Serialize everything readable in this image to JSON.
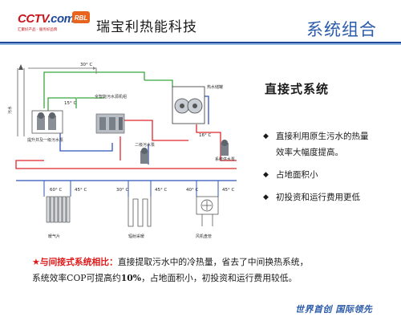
{
  "header": {
    "logo_cctv": "CCTV",
    "logo_com": ".com",
    "logo_badge": "RBL",
    "logo_tagline": "汇聚好产品 · 服务好品牌",
    "company_name": "瑞宝利热能科技",
    "section_title": "系统组合"
  },
  "diagram": {
    "sewage_label": "污水",
    "labels": {
      "well": "提升井及一级污水泵",
      "heat_pump": "全智能污水源机组",
      "secondary_pump": "二级污水泵",
      "tank": "热水储罐",
      "circ_pump": "系统供水泵",
      "radiator": "暖气片",
      "floor_heating": "辐射采暖",
      "fan_coil": "风机盘管"
    },
    "temps": {
      "t_top": "30° C",
      "t_mid": "15° C",
      "t_tank": "16° C",
      "t_a": "60° C",
      "t_b": "45° C",
      "t_c": "30° C",
      "t_d": "45° C",
      "t_e": "40° C",
      "t_f": "45° C"
    },
    "colors": {
      "hot": "#e0262b",
      "cold": "#2f55b8",
      "sewage": "#3aa640",
      "return": "#888888"
    }
  },
  "system_title": "直接式系统",
  "bullets": [
    "直接利用原生污水的热量效率大幅度提高。",
    "占地面积小",
    "初投资和运行费用更低"
  ],
  "bullet_lines": [
    [
      "直接利用原生污水的热量",
      "效率大幅度提高。"
    ],
    [
      "占地面积小"
    ],
    [
      "初投资和运行费用更低"
    ]
  ],
  "summary": {
    "star": "★",
    "lead": "与间接式系统相比：",
    "line1_rest": "直接提取污水中的冷热量，省去了中间换热系统，",
    "line2_a": "系统效率COP可提高约",
    "line2_bold": "10%",
    "line2_b": "，占地面积小，初投资和运行费用较低。"
  },
  "slogan": "世界首创  国际领先"
}
